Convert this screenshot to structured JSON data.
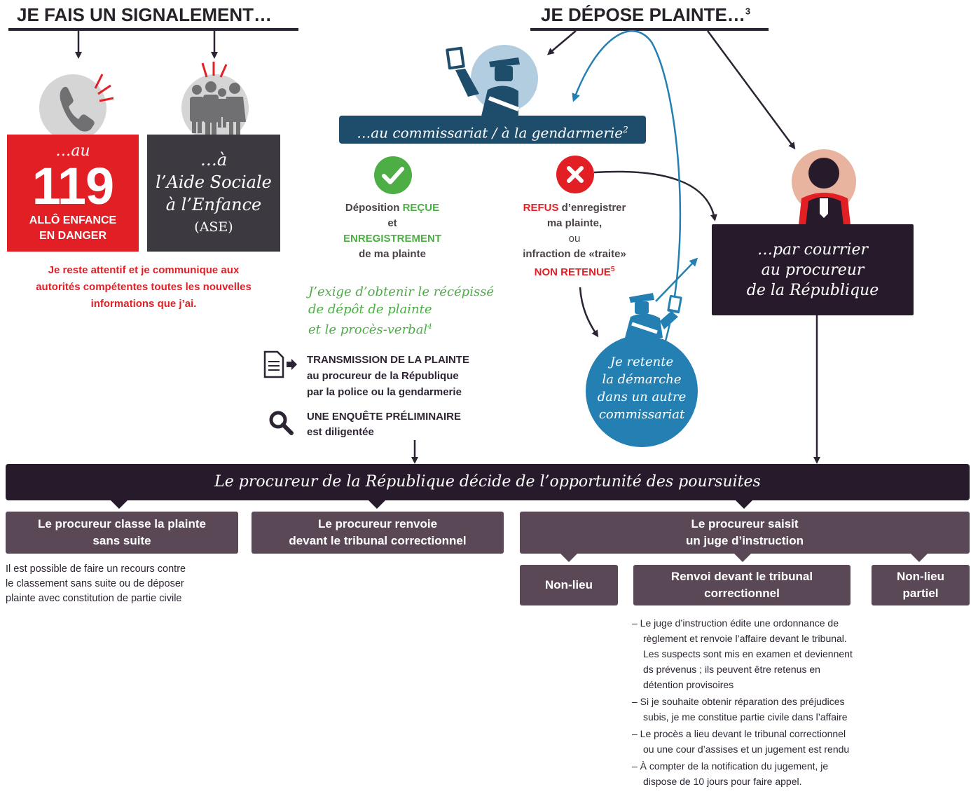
{
  "left_header": "JE FAIS UN SIGNALEMENT…",
  "right_header": "JE DÉPOSE PLAINTE…",
  "right_header_sup": "3",
  "box_119": {
    "prefix": "…au",
    "number": "119",
    "line1": "ALLÔ ENFANCE",
    "line2": "EN DANGER"
  },
  "box_ase": {
    "line1": "…à",
    "line2": "l’Aide Sociale",
    "line3": "à l’Enfance",
    "line4": "(ASE)"
  },
  "attentif_text": {
    "line1": "Je reste attentif et je communique aux",
    "line2": "autorités compétentes toutes les nouvelles",
    "line3": "informations que j’ai."
  },
  "commissariat_banner": {
    "text": "…au commissariat / à la gendarmerie",
    "sup": "2"
  },
  "received": {
    "w1": "Déposition ",
    "w2": "REÇUE",
    "w3": "et",
    "w4": "ENREGISTREMENT",
    "w5": "de ma plainte"
  },
  "refused": {
    "w1": "REFUS",
    "w2": " d’enregistrer",
    "w3": "ma plainte,",
    "w4": "ou",
    "w5": "infraction de «traite»",
    "w6": "NON RETENUE",
    "sup": "5"
  },
  "exige": {
    "line1": "J’exige d’obtenir le récépissé",
    "line2": "de dépôt de plainte",
    "line3": "et le procès-verbal",
    "sup": "4"
  },
  "transmission": {
    "line1": "TRANSMISSION DE LA PLAINTE",
    "line2": "au procureur de la République",
    "line3": "par la police ou la gendarmerie"
  },
  "enquete": {
    "line1": "UNE ENQUÊTE PRÉLIMINAIRE",
    "line2": "est diligentée"
  },
  "retente": {
    "line1": "Je retente",
    "line2": "la démarche",
    "line3": "dans un autre",
    "line4": "commissariat"
  },
  "courrier": {
    "line1": "…par courrier",
    "line2": "au procureur",
    "line3": "de la République"
  },
  "procureur_banner": "Le procureur de la République décide de l’opportunité des poursuites",
  "outcome_classe": {
    "line1": "Le procureur classe la plainte",
    "line2": "sans suite"
  },
  "outcome_renvoi": {
    "line1": "Le procureur renvoie",
    "line2": "devant le tribunal correctionnel"
  },
  "outcome_juge": {
    "line1": "Le procureur saisit",
    "line2": "un juge d’instruction"
  },
  "recours_text": {
    "line1": "Il est possible de faire un recours contre",
    "line2": "le classement sans suite ou de déposer",
    "line3": "plainte avec constitution de partie civile"
  },
  "sub_nonlieu": "Non-lieu",
  "sub_renvoi": {
    "line1": "Renvoi devant le tribunal",
    "line2": "correctionnel"
  },
  "sub_partiel": {
    "line1": "Non-lieu",
    "line2": "partiel"
  },
  "bullets": [
    {
      "l1": "– Le juge d’instruction édite une ordonnance de",
      "l2": "règlement et renvoie l’affaire devant le tribunal.",
      "l3": "Les suspects sont mis en examen et deviennent",
      "l4": "ds prévenus ; ils peuvent être retenus en",
      "l5": "détention provisoires"
    },
    {
      "l1": "– Si je souhaite obtenir réparation des préjudices",
      "l2": "subis, je me constitue partie civile dans l’affaire"
    },
    {
      "l1": "– Le procès a lieu devant le tribunal correctionnel",
      "l2": "ou une cour d’assises et un jugement est rendu"
    },
    {
      "l1": "– À compter de la notification du jugement, je",
      "l2": "dispose de 10 jours pour faire appel."
    }
  ],
  "colors": {
    "red": "#e31f26",
    "green": "#4cae45",
    "teal": "#2480b2",
    "navy": "#1e4c6b",
    "dark": "#271b2b",
    "mauve": "#5b4856",
    "grey_box": "#3c3a40"
  },
  "icons": [
    "phone-icon",
    "family-icon",
    "police-officer-icon",
    "check-icon",
    "cross-icon",
    "judge-icon",
    "document-icon",
    "magnifier-icon",
    "police-officer-small-icon"
  ]
}
